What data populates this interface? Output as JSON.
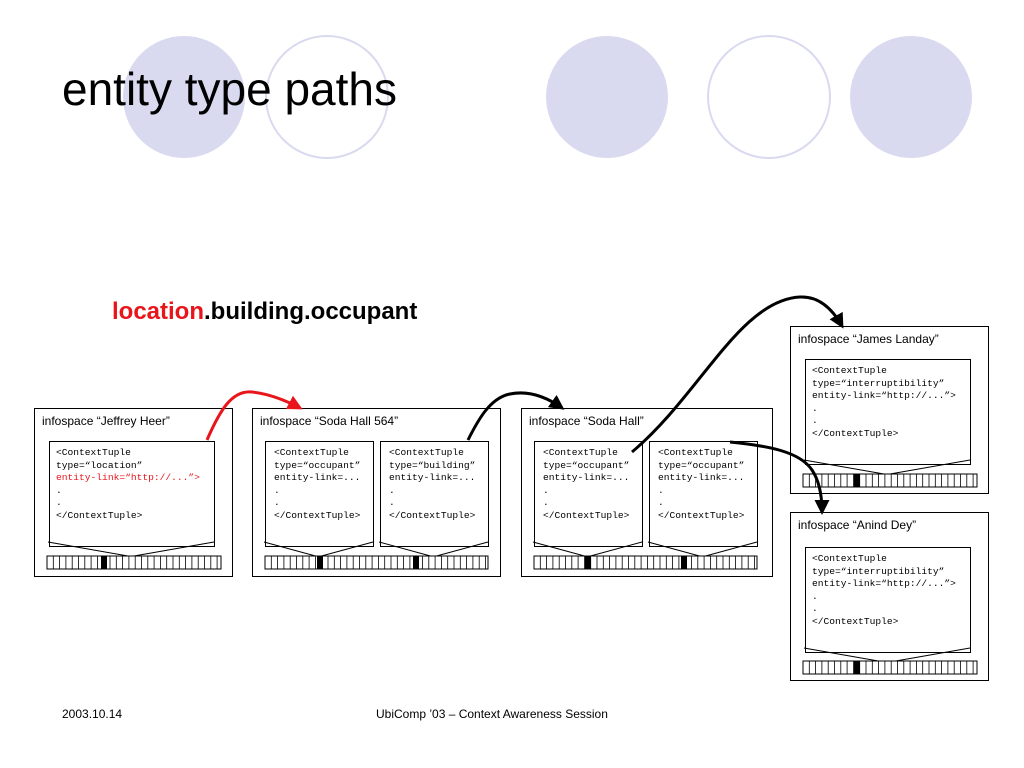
{
  "slide": {
    "title": "entity type paths",
    "subtitle_prefix": "location",
    "subtitle_rest": ".building.occupant",
    "accent_color": "#e8151b",
    "circle_color": "#d9daf0"
  },
  "infospaces": {
    "jeffrey_heer": {
      "label": "infospace “Jeffrey Heer”",
      "tuple": {
        "l1": "<ContextTuple",
        "l2": "type=“location”",
        "l3": "entity-link=“http://...”>",
        "l4": ".",
        "l5": ".",
        "l6": "</ContextTuple>"
      }
    },
    "soda_hall_564": {
      "label": "infospace “Soda Hall 564”",
      "tuple_a": {
        "l1": "<ContextTuple",
        "l2": "type=“occupant”",
        "l3": "entity-link=...",
        "l4": ".",
        "l5": ".",
        "l6": "</ContextTuple>"
      },
      "tuple_b": {
        "l1": "<ContextTuple",
        "l2": "type=“building”",
        "l3": "entity-link=...",
        "l4": ".",
        "l5": ".",
        "l6": "</ContextTuple>"
      }
    },
    "soda_hall": {
      "label": "infospace “Soda Hall”",
      "tuple_a": {
        "l1": "<ContextTuple",
        "l2": "type=“occupant”",
        "l3": "entity-link=...",
        "l4": ".",
        "l5": ".",
        "l6": "</ContextTuple>"
      },
      "tuple_b": {
        "l1": "<ContextTuple",
        "l2": "type=“occupant”",
        "l3": "entity-link=...",
        "l4": ".",
        "l5": ".",
        "l6": "</ContextTuple>"
      }
    },
    "james_landay": {
      "label": "infospace “James Landay”",
      "tuple": {
        "l1": "<ContextTuple",
        "l2": "type=“interruptibility”",
        "l3": "entity-link=“http://...”>",
        "l4": ".",
        "l5": ".",
        "l6": "</ContextTuple>"
      }
    },
    "anind_dey": {
      "label": "infospace “Anind Dey”",
      "tuple": {
        "l1": "<ContextTuple",
        "l2": "type=“interruptibility”",
        "l3": "entity-link=“http://...”>",
        "l4": ".",
        "l5": ".",
        "l6": "</ContextTuple>"
      }
    }
  },
  "footer": {
    "date": "2003.10.14",
    "session": "UbiComp ’03 – Context Awareness Session"
  }
}
